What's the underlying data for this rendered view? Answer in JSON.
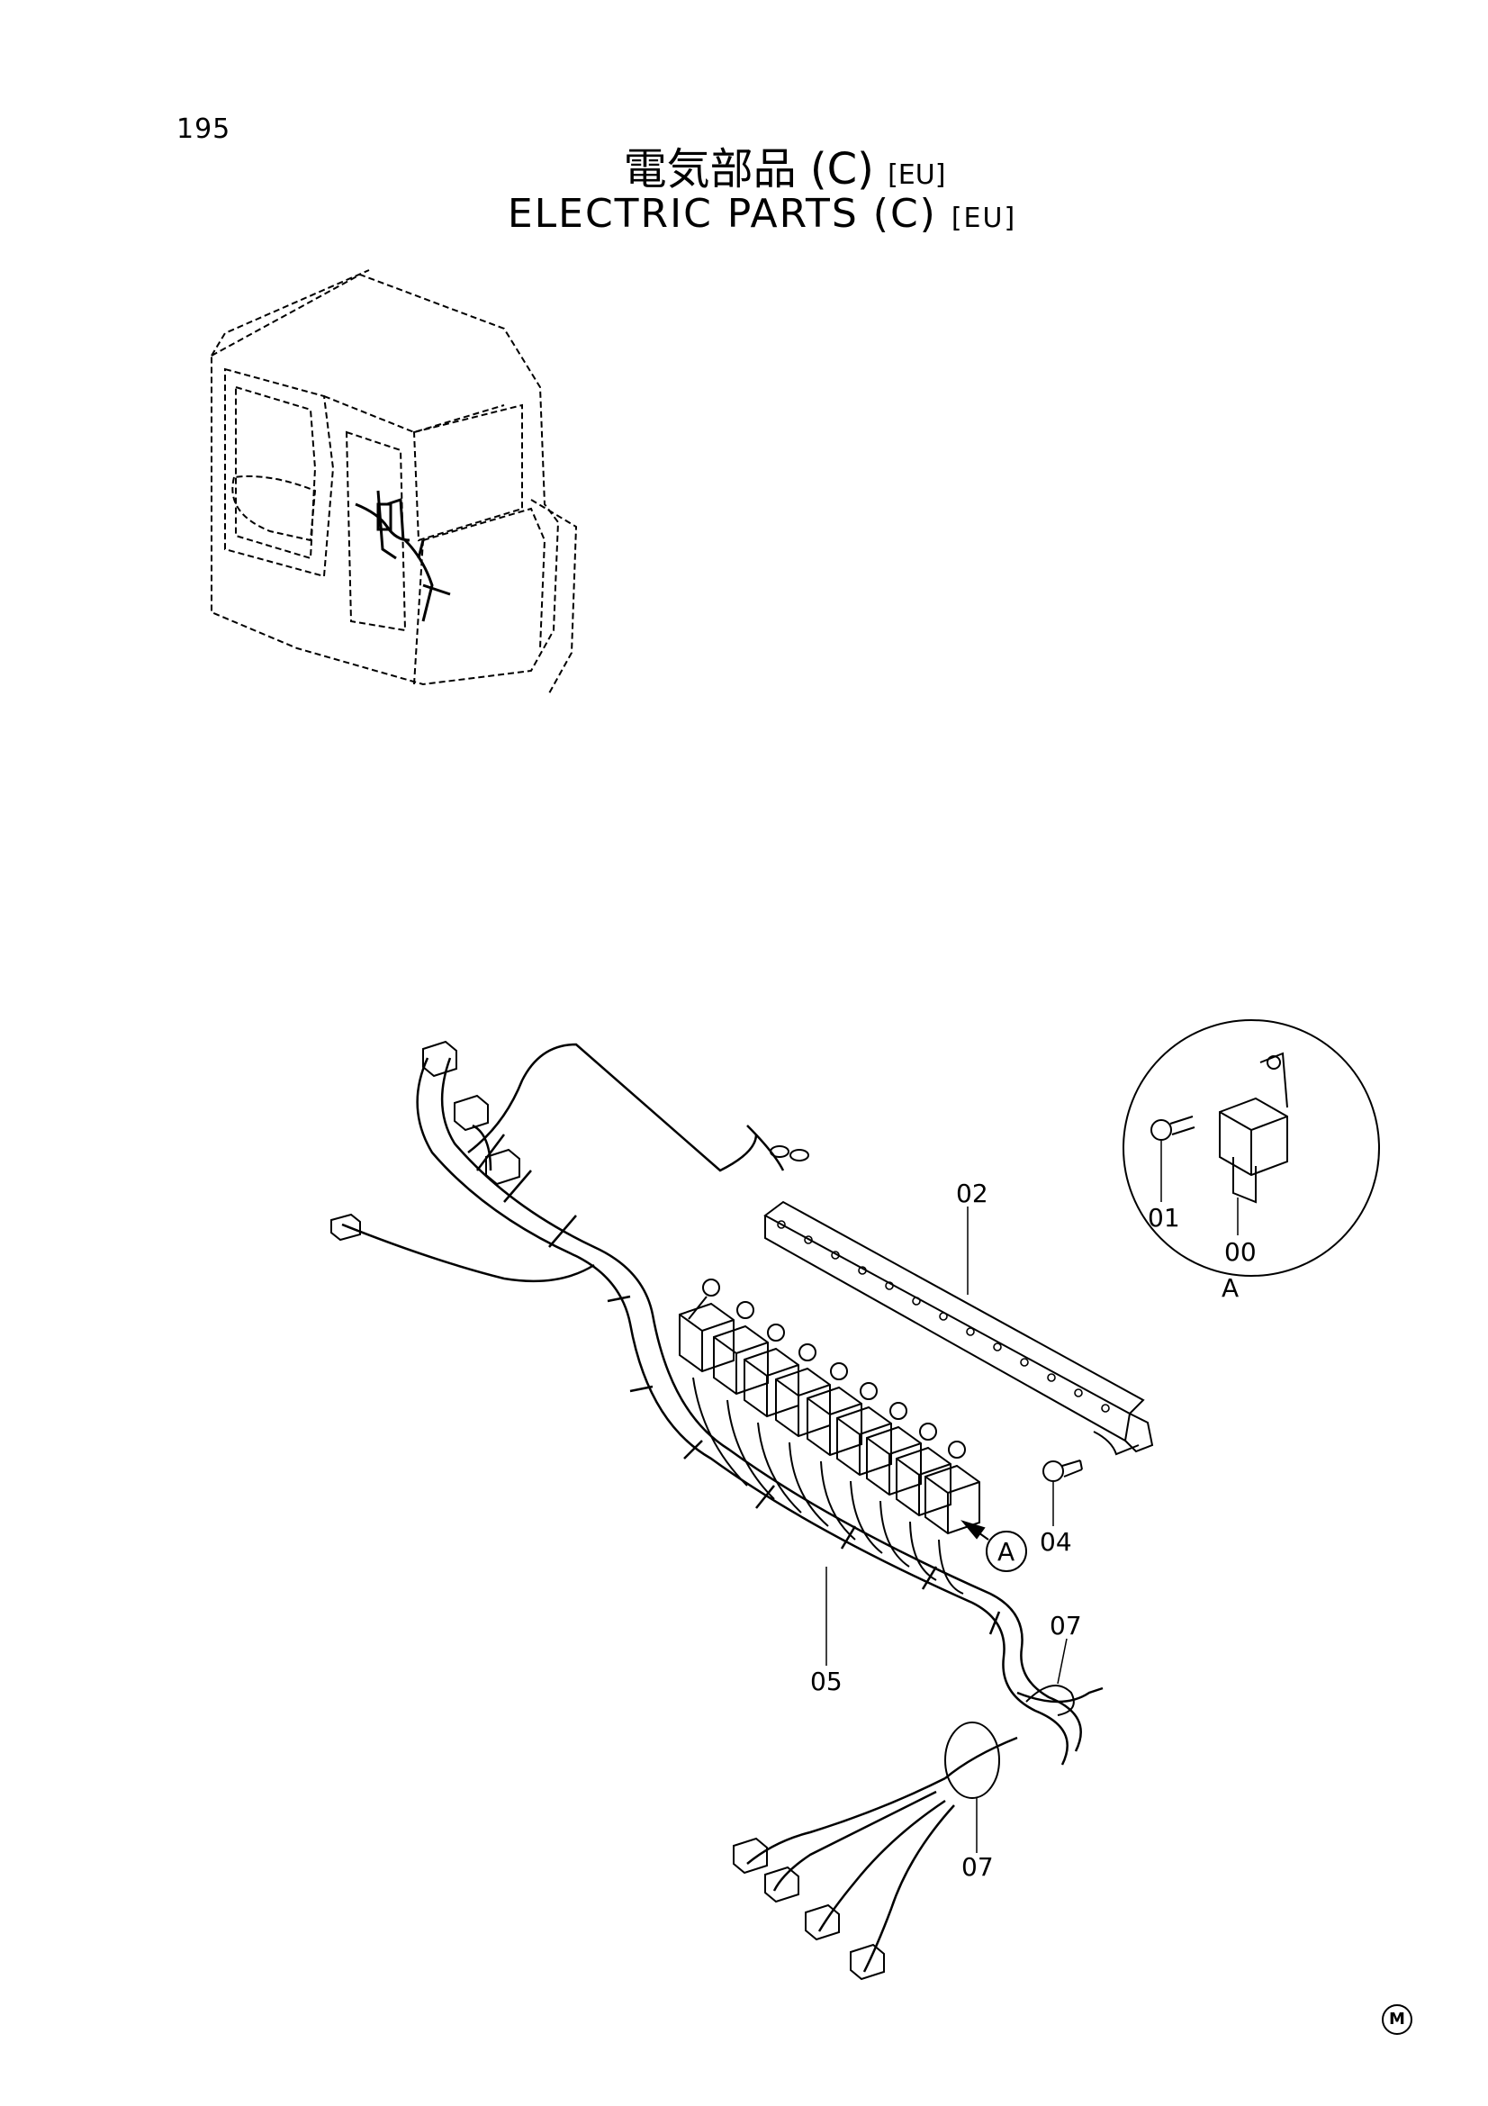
{
  "page_number": "195",
  "title": {
    "jp": "電気部品 (C)",
    "jp_tag": "[EU]",
    "en": "ELECTRIC PARTS (C)",
    "en_tag": "[EU]"
  },
  "callouts": {
    "part_00": "00",
    "part_01": "01",
    "part_02": "02",
    "part_04": "04",
    "part_05": "05",
    "part_07a": "07",
    "part_07b": "07",
    "detail_label": "A",
    "detail_marker": "A"
  },
  "corner_mark": "M"
}
